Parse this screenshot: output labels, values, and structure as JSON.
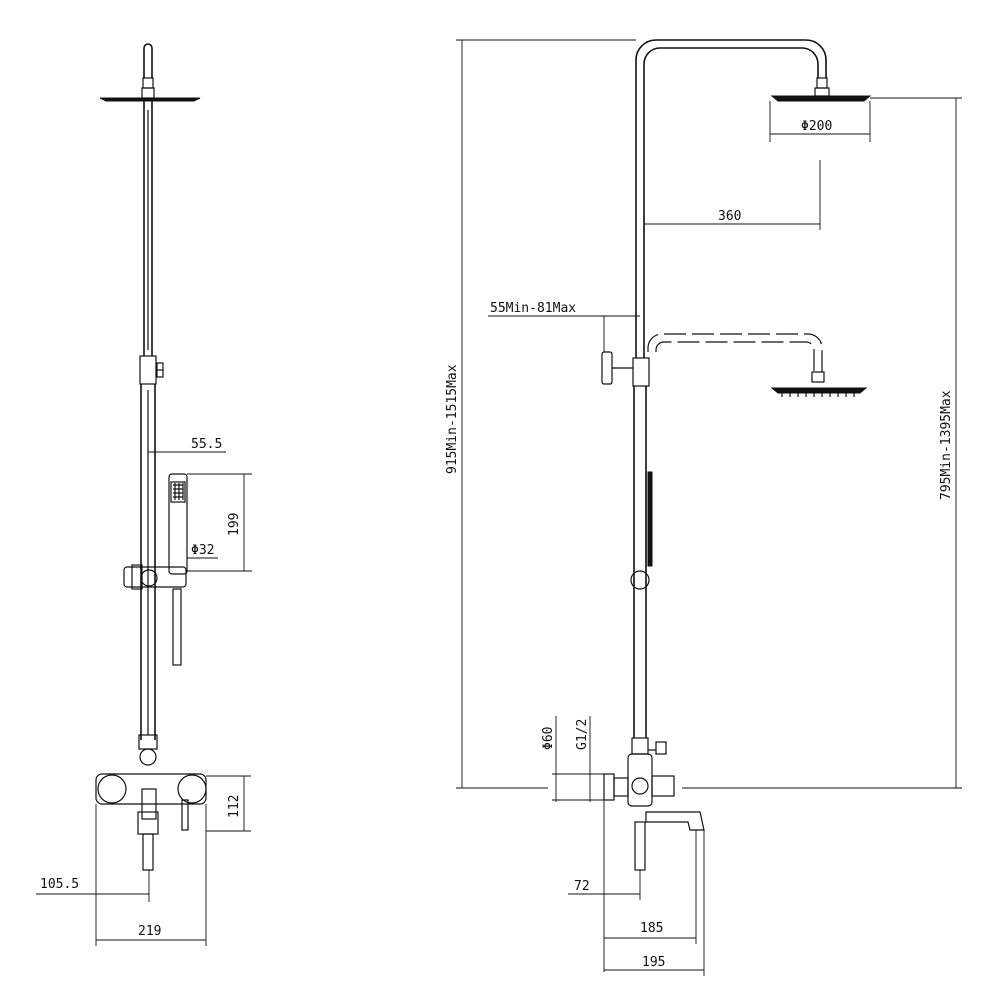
{
  "drawing": {
    "line_color": "#111111",
    "background": "#ffffff"
  },
  "front_view": {
    "dims": {
      "d55_5": "55.5",
      "d199": "199",
      "phi32": "Φ32",
      "d112": "112",
      "d105_5": "105.5",
      "d219": "219"
    }
  },
  "side_view": {
    "dims": {
      "phi200": "Φ200",
      "d360": "360",
      "d55_81": "55Min-81Max",
      "d915": "915Min-1515Max",
      "d795": "795Min-1395Max",
      "phi60": "Φ60",
      "g12": "G1/2",
      "d72": "72",
      "d185": "185",
      "d195": "195"
    }
  }
}
